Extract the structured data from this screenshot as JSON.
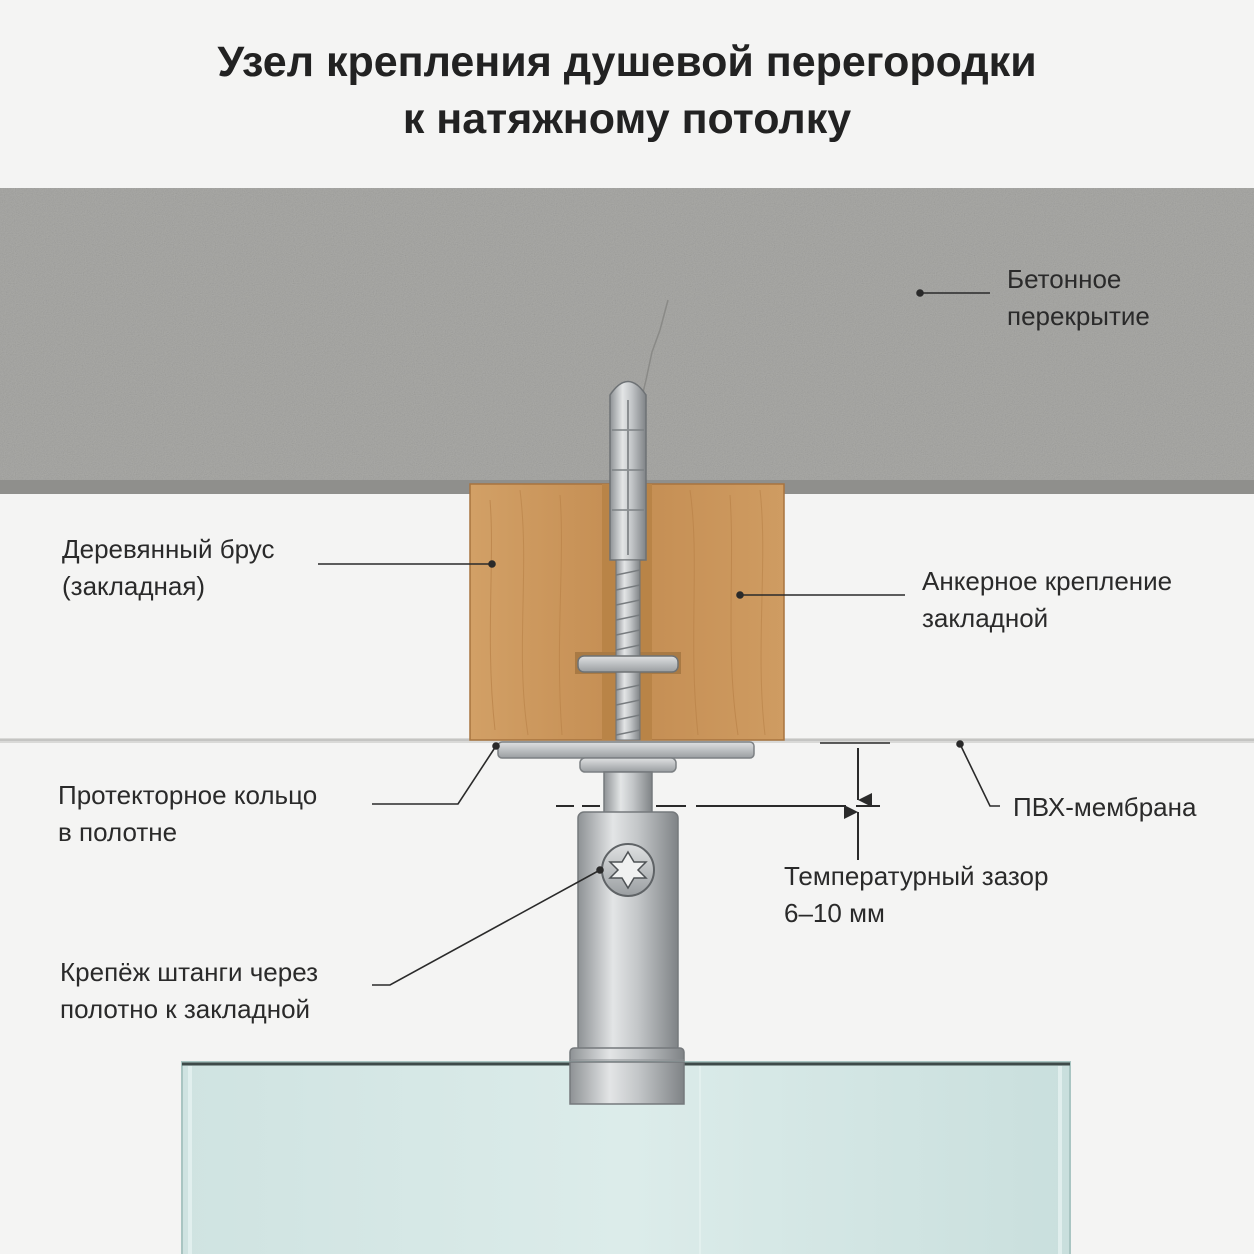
{
  "title": {
    "line1": "Узел крепления душевой перегородки",
    "line2": "к натяжному потолку"
  },
  "labels": {
    "concrete": {
      "line1": "Бетонное",
      "line2": "перекрытие"
    },
    "wood_beam": {
      "line1": "Деревянный брус",
      "line2": "(закладная)"
    },
    "anchor": {
      "line1": "Анкерное крепление",
      "line2": "закладной"
    },
    "protector_ring": {
      "line1": "Протекторное кольцо",
      "line2": "в полотне"
    },
    "pvc_membrane": {
      "line1": "ПВХ-мембрана"
    },
    "thermal_gap": {
      "line1": "Температурный зазор",
      "line2": "6–10 мм"
    },
    "rod_fastener": {
      "line1": "Крепёж штанги через",
      "line2": "полотно к закладной"
    }
  },
  "colors": {
    "background": "#f4f4f3",
    "concrete": "#a9a9a6",
    "wood": "#c8945a",
    "steel": "#b9bcbe",
    "glass": "#d6e8e6",
    "leader_line": "#2a2a2a"
  },
  "icons": {
    "screw_head": "torx-screw-icon",
    "anchor_bolt": "anchor-bolt-icon"
  }
}
